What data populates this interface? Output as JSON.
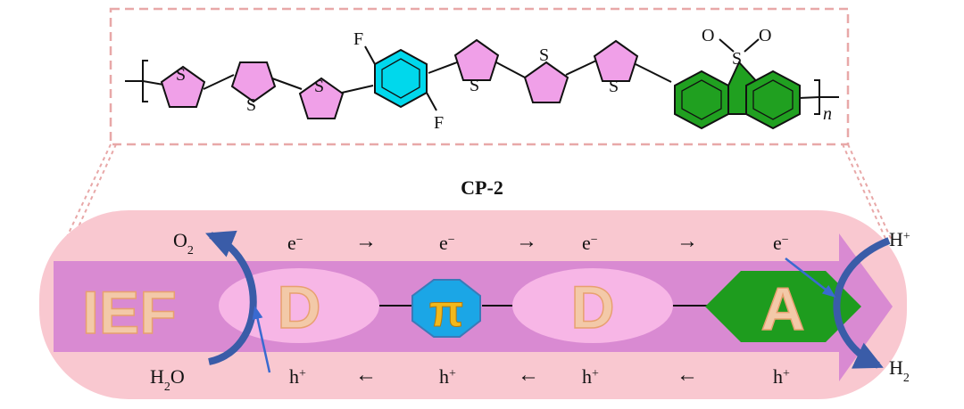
{
  "polymer": {
    "name": "CP-2",
    "atoms": {
      "sulfur": "S",
      "fluorine": "F",
      "oxygen": "O"
    },
    "repeat_subscript": "n",
    "colors": {
      "thiophene": "#f0a0e8",
      "benzene": "#00d8ec",
      "sulfone": "#20a020",
      "border": "#e8a8a8"
    }
  },
  "mechanism": {
    "field_label": "IEF",
    "units": [
      {
        "key": "donor_1",
        "letter": "D"
      },
      {
        "key": "bridge",
        "letter": "π"
      },
      {
        "key": "donor_2",
        "letter": "D"
      },
      {
        "key": "acceptor",
        "letter": "A"
      }
    ],
    "electron": {
      "symbol": "e",
      "sup": "−",
      "arrow": "→"
    },
    "hole": {
      "symbol": "h",
      "sup": "+",
      "arrow": "←"
    },
    "oxygen_side": {
      "product": {
        "base": "O",
        "sub": "2"
      },
      "reactant": {
        "prefix": "H",
        "sub": "2",
        "suffix": "O"
      }
    },
    "hydrogen_side": {
      "reactant": {
        "base": "H",
        "sup": "+"
      },
      "product": {
        "base": "H",
        "sub": "2"
      }
    },
    "colors": {
      "background_band": "#f9c8d0",
      "field_arrow": "#d98ad2",
      "donor_ellipse": "#f7b6e6",
      "bridge": "#1ba6e6",
      "acceptor": "#1e9c1e",
      "letter_fill": "#f3c9a8",
      "bridge_letter": "#f2b81a",
      "curve_arrow": "#3a5ca8"
    }
  }
}
